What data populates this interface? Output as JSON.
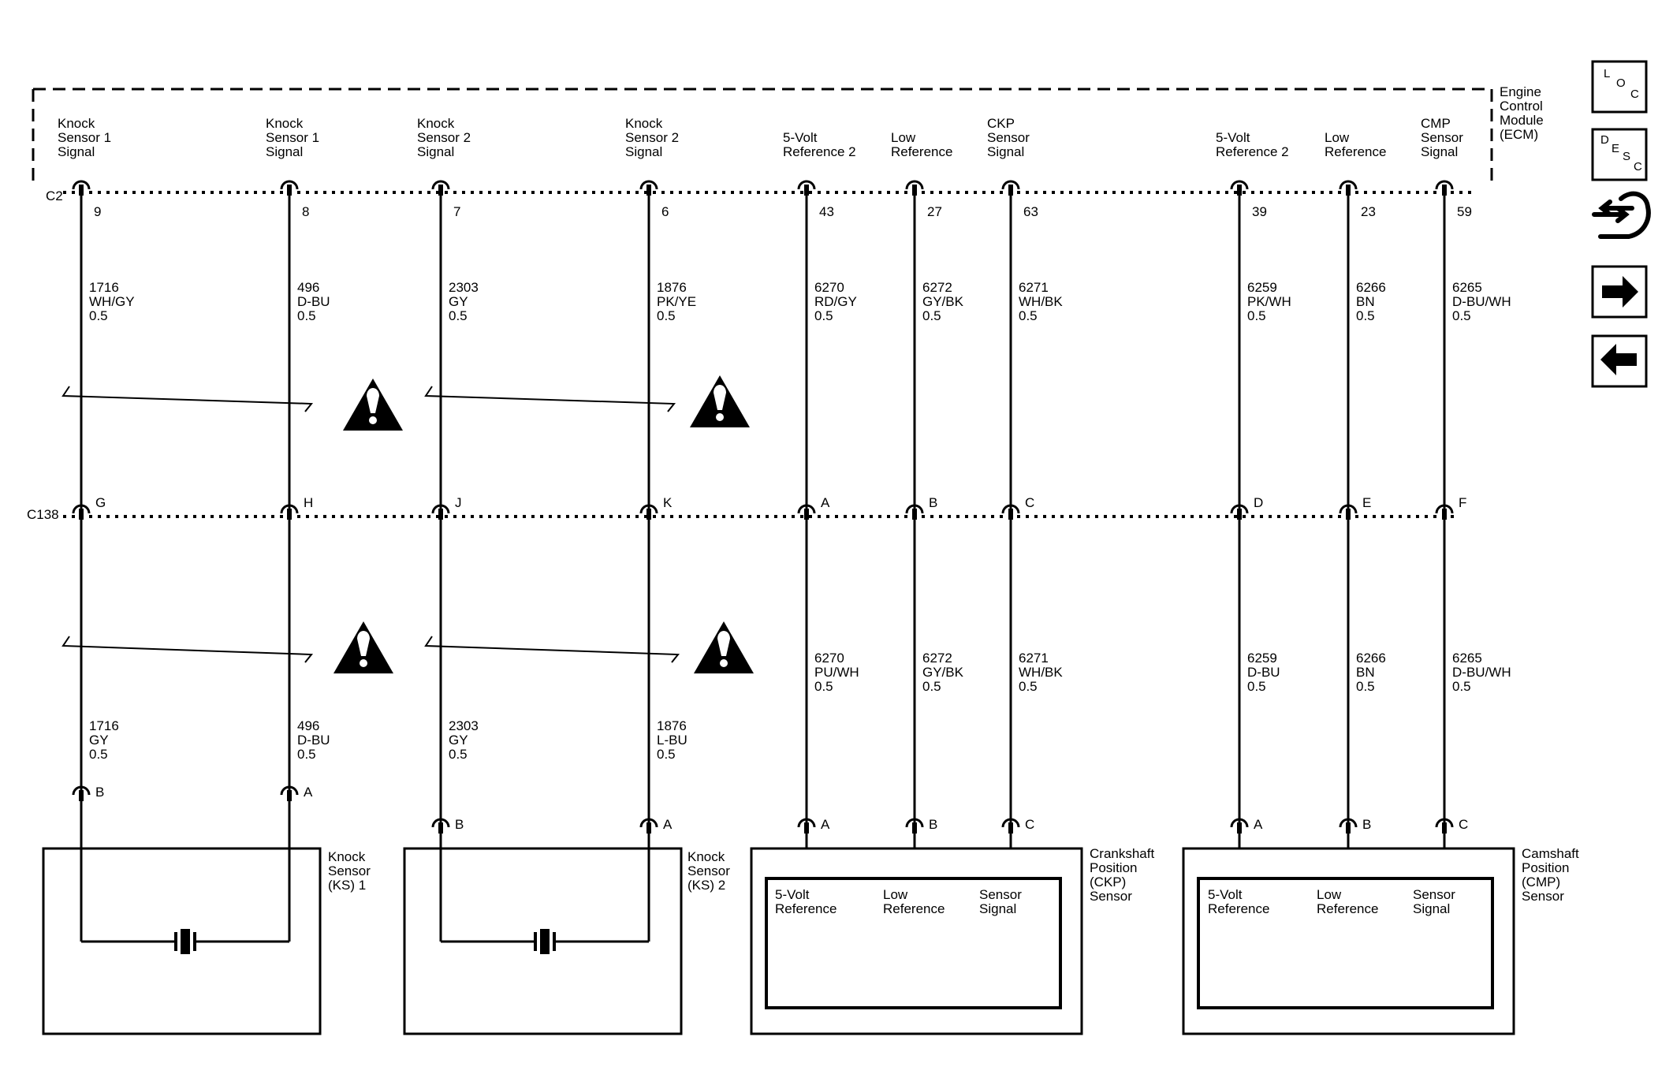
{
  "ecm": {
    "name": [
      "Engine",
      "Control",
      "Module",
      "(ECM)"
    ]
  },
  "connectors": {
    "ecm": "C2",
    "inline": "C138"
  },
  "circuits": [
    {
      "id": "ks1-sig",
      "ecm_label": [
        "Knock",
        "Sensor 1",
        "Signal"
      ],
      "ecm_pin": "9",
      "upper_wire": [
        "1716",
        "WH/GY",
        "0.5"
      ],
      "inline_pin": "G",
      "lower_wire": [
        "1716",
        "GY",
        "0.5"
      ],
      "sensor_pin": "B",
      "sensor_label": []
    },
    {
      "id": "ks1-ret",
      "ecm_label": [
        "Knock",
        "Sensor 1",
        "Signal"
      ],
      "ecm_pin": "8",
      "upper_wire": [
        "496",
        "D-BU",
        "0.5"
      ],
      "inline_pin": "H",
      "lower_wire": [
        "496",
        "D-BU",
        "0.5"
      ],
      "sensor_pin": "A",
      "sensor_label": []
    },
    {
      "id": "ks2-sig",
      "ecm_label": [
        "Knock",
        "Sensor 2",
        "Signal"
      ],
      "ecm_pin": "7",
      "upper_wire": [
        "2303",
        "GY",
        "0.5"
      ],
      "inline_pin": "J",
      "lower_wire": [
        "2303",
        "GY",
        "0.5"
      ],
      "sensor_pin": "B",
      "sensor_label": []
    },
    {
      "id": "ks2-ret",
      "ecm_label": [
        "Knock",
        "Sensor 2",
        "Signal"
      ],
      "ecm_pin": "6",
      "upper_wire": [
        "1876",
        "PK/YE",
        "0.5"
      ],
      "inline_pin": "K",
      "lower_wire": [
        "1876",
        "L-BU",
        "0.5"
      ],
      "sensor_pin": "A",
      "sensor_label": []
    },
    {
      "id": "ckp-ref",
      "ecm_label": [
        "5-Volt",
        "Reference 2"
      ],
      "ecm_pin": "43",
      "upper_wire": [
        "6270",
        "RD/GY",
        "0.5"
      ],
      "inline_pin": "A",
      "lower_wire": [
        "6270",
        "PU/WH",
        "0.5"
      ],
      "sensor_pin": "A",
      "sensor_label": [
        "5-Volt",
        "Reference"
      ]
    },
    {
      "id": "ckp-low",
      "ecm_label": [
        "Low",
        "Reference"
      ],
      "ecm_pin": "27",
      "upper_wire": [
        "6272",
        "GY/BK",
        "0.5"
      ],
      "inline_pin": "B",
      "lower_wire": [
        "6272",
        "GY/BK",
        "0.5"
      ],
      "sensor_pin": "B",
      "sensor_label": [
        "Low",
        "Reference"
      ]
    },
    {
      "id": "ckp-sig",
      "ecm_label": [
        "CKP",
        "Sensor",
        "Signal"
      ],
      "ecm_pin": "63",
      "upper_wire": [
        "6271",
        "WH/BK",
        "0.5"
      ],
      "inline_pin": "C",
      "lower_wire": [
        "6271",
        "WH/BK",
        "0.5"
      ],
      "sensor_pin": "C",
      "sensor_label": [
        "Sensor",
        "Signal"
      ]
    },
    {
      "id": "cmp-ref",
      "ecm_label": [
        "5-Volt",
        "Reference 2"
      ],
      "ecm_pin": "39",
      "upper_wire": [
        "6259",
        "PK/WH",
        "0.5"
      ],
      "inline_pin": "D",
      "lower_wire": [
        "6259",
        "D-BU",
        "0.5"
      ],
      "sensor_pin": "A",
      "sensor_label": [
        "5-Volt",
        "Reference"
      ]
    },
    {
      "id": "cmp-low",
      "ecm_label": [
        "Low",
        "Reference"
      ],
      "ecm_pin": "23",
      "upper_wire": [
        "6266",
        "BN",
        "0.5"
      ],
      "inline_pin": "E",
      "lower_wire": [
        "6266",
        "BN",
        "0.5"
      ],
      "sensor_pin": "B",
      "sensor_label": [
        "Low",
        "Reference"
      ]
    },
    {
      "id": "cmp-sig",
      "ecm_label": [
        "CMP",
        "Sensor",
        "Signal"
      ],
      "ecm_pin": "59",
      "upper_wire": [
        "6265",
        "D-BU/WH",
        "0.5"
      ],
      "inline_pin": "F",
      "lower_wire": [
        "6265",
        "D-BU/WH",
        "0.5"
      ],
      "sensor_pin": "C",
      "sensor_label": [
        "Sensor",
        "Signal"
      ]
    }
  ],
  "components": [
    {
      "id": "ks1",
      "name": [
        "Knock",
        "Sensor",
        "(KS) 1"
      ]
    },
    {
      "id": "ks2",
      "name": [
        "Knock",
        "Sensor",
        "(KS) 2"
      ]
    },
    {
      "id": "ckp",
      "name": [
        "Crankshaft",
        "Position",
        "(CKP)",
        "Sensor"
      ]
    },
    {
      "id": "cmp",
      "name": [
        "Camshaft",
        "Position",
        "(CMP)",
        "Sensor"
      ]
    }
  ],
  "warnings": {
    "icon": "warning-triangle-icon",
    "count": 4
  },
  "nav": {
    "loc": {
      "icon": "loc-icon",
      "letters": [
        "L",
        "O",
        "C"
      ]
    },
    "desc": {
      "icon": "desc-icon",
      "letters": [
        "D",
        "E",
        "S",
        "C"
      ]
    },
    "connector": {
      "icon": "connector-icon"
    },
    "next": {
      "icon": "arrow-right-icon"
    },
    "prev": {
      "icon": "arrow-left-icon"
    }
  }
}
